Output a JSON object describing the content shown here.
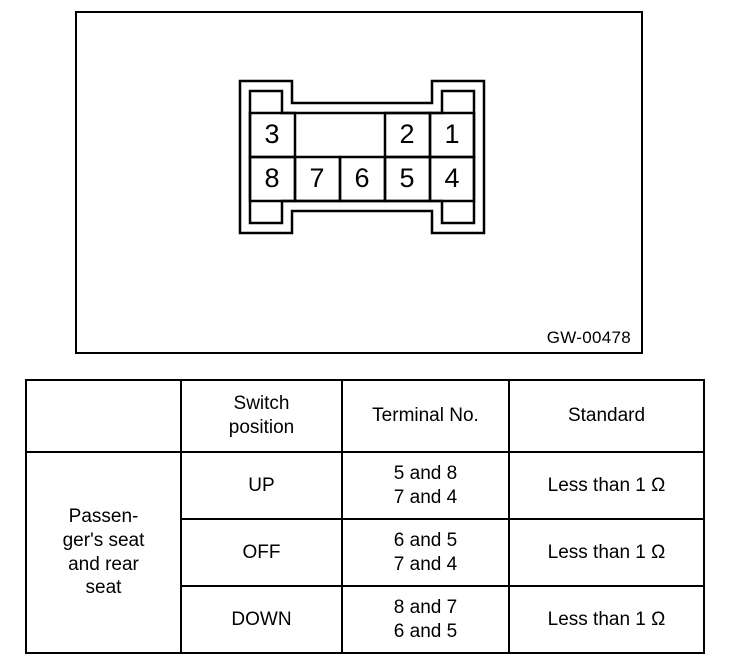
{
  "figure": {
    "caption": "GW-00478",
    "connector": {
      "name": "8-pin connector terminal layout",
      "rows": [
        {
          "name": "top-row",
          "cells": [
            {
              "label": "3",
              "occupied": true
            },
            {
              "label": "",
              "occupied": false
            },
            {
              "label": "",
              "occupied": false
            },
            {
              "label": "2",
              "occupied": true
            },
            {
              "label": "1",
              "occupied": true
            }
          ]
        },
        {
          "name": "bottom-row",
          "cells": [
            {
              "label": "8",
              "occupied": true
            },
            {
              "label": "7",
              "occupied": true
            },
            {
              "label": "6",
              "occupied": true
            },
            {
              "label": "5",
              "occupied": true
            },
            {
              "label": "4",
              "occupied": true
            }
          ]
        }
      ]
    }
  },
  "table": {
    "headers": {
      "col_a": "",
      "col_b": "Switch\nposition",
      "col_c": "Terminal No.",
      "col_d": "Standard"
    },
    "group_label": "Passen-\nger's seat\nand rear\nseat",
    "rows": [
      {
        "switch_position": "UP",
        "terminal_no": "5 and 8\n7 and 4",
        "standard": "Less than 1 Ω"
      },
      {
        "switch_position": "OFF",
        "terminal_no": "6 and 5\n7 and 4",
        "standard": "Less than 1 Ω"
      },
      {
        "switch_position": "DOWN",
        "terminal_no": "8 and 7\n6 and 5",
        "standard": "Less than 1 Ω"
      }
    ]
  }
}
